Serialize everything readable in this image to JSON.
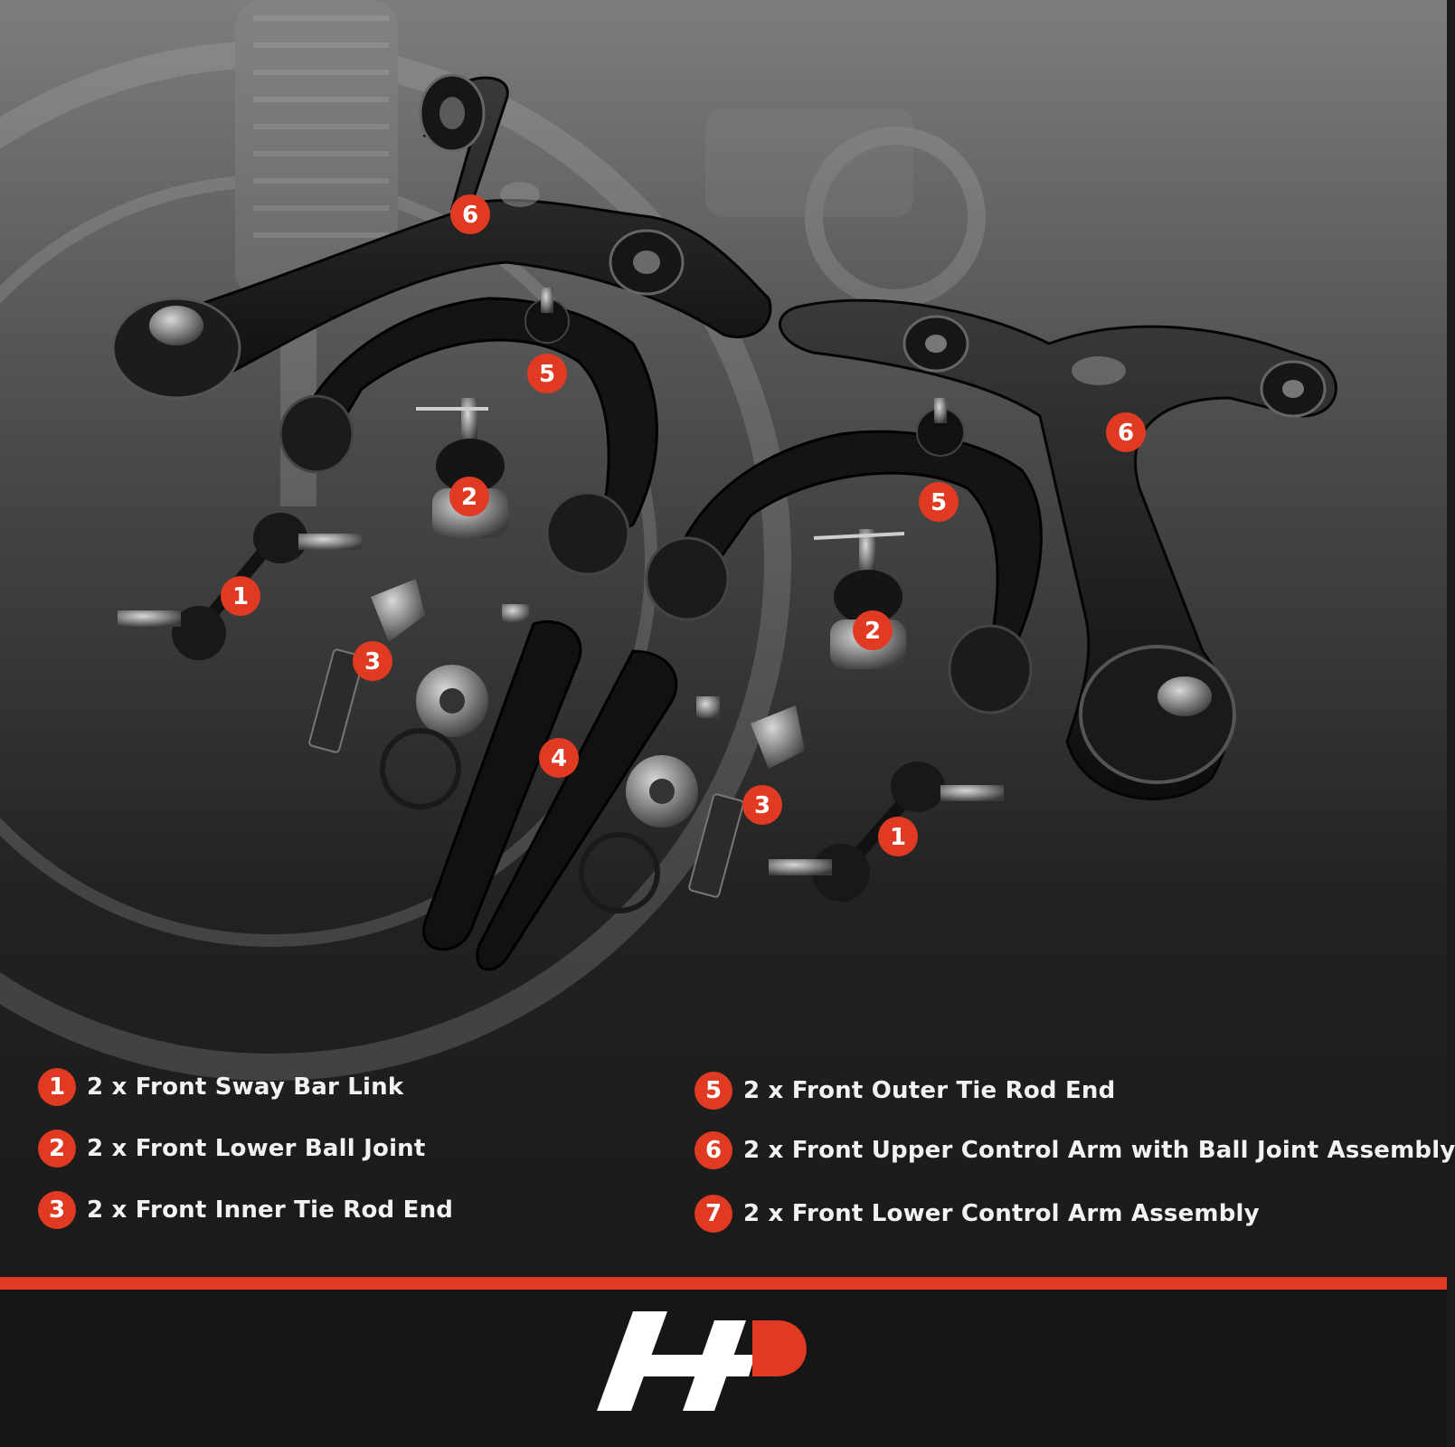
{
  "badges": [
    {
      "num": "6"
    },
    {
      "num": "6"
    },
    {
      "num": "5"
    },
    {
      "num": "5"
    },
    {
      "num": "2"
    },
    {
      "num": "2"
    },
    {
      "num": "1"
    },
    {
      "num": "1"
    },
    {
      "num": "3"
    },
    {
      "num": "3"
    },
    {
      "num": "4"
    }
  ],
  "legend": {
    "items": [
      {
        "num": "1",
        "text": "2 x Front Sway Bar Link"
      },
      {
        "num": "2",
        "text": "2 x Front Lower Ball Joint"
      },
      {
        "num": "3",
        "text": "2 x Front Inner Tie Rod End"
      },
      {
        "num": "5",
        "text": "2 x Front Outer Tie Rod End"
      },
      {
        "num": "6",
        "text": "2 x Front Upper Control Arm with Ball Joint Assembly"
      },
      {
        "num": "7",
        "text": "2 x Front Lower Control Arm Assembly"
      }
    ]
  },
  "colors": {
    "accent": "#e03a22",
    "background": "#1a1a1a",
    "text": "#f2f2f2"
  },
  "logo": {
    "icon": "a-premium-logo"
  }
}
